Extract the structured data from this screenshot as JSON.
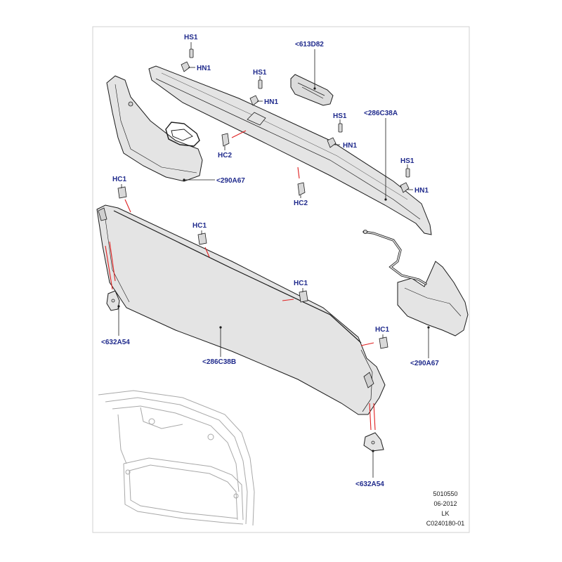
{
  "colors": {
    "callout": "#1f2a8c",
    "arrow": "#e02020",
    "line": "#1a1a1a",
    "panel_fill": "#e4e4e4",
    "ghost": "#a8a8a8",
    "frame": "#d0d0d0"
  },
  "callouts": {
    "hs1_a": "HS1",
    "hn1_a": "HN1",
    "hs1_b": "HS1",
    "hn1_b": "HN1",
    "hs1_c": "HS1",
    "hn1_c": "HN1",
    "hs1_d": "HS1",
    "hn1_d": "HN1",
    "hc2_a": "HC2",
    "hc2_b": "HC2",
    "hc1_a": "HC1",
    "hc1_b": "HC1",
    "hc1_c": "HC1",
    "hc1_d": "HC1",
    "part_613d82": "<613D82",
    "part_286c38a": "<286C38A",
    "part_290a67_left": "<290A67",
    "part_290a67_right": "<290A67",
    "part_632a54_left": "<632A54",
    "part_632a54_right": "<632A54",
    "part_286c38b": "<286C38B"
  },
  "meta": {
    "ref_number": "5010550",
    "date": "06-2012",
    "author": "LK",
    "figure_code": "C0240180-01"
  }
}
